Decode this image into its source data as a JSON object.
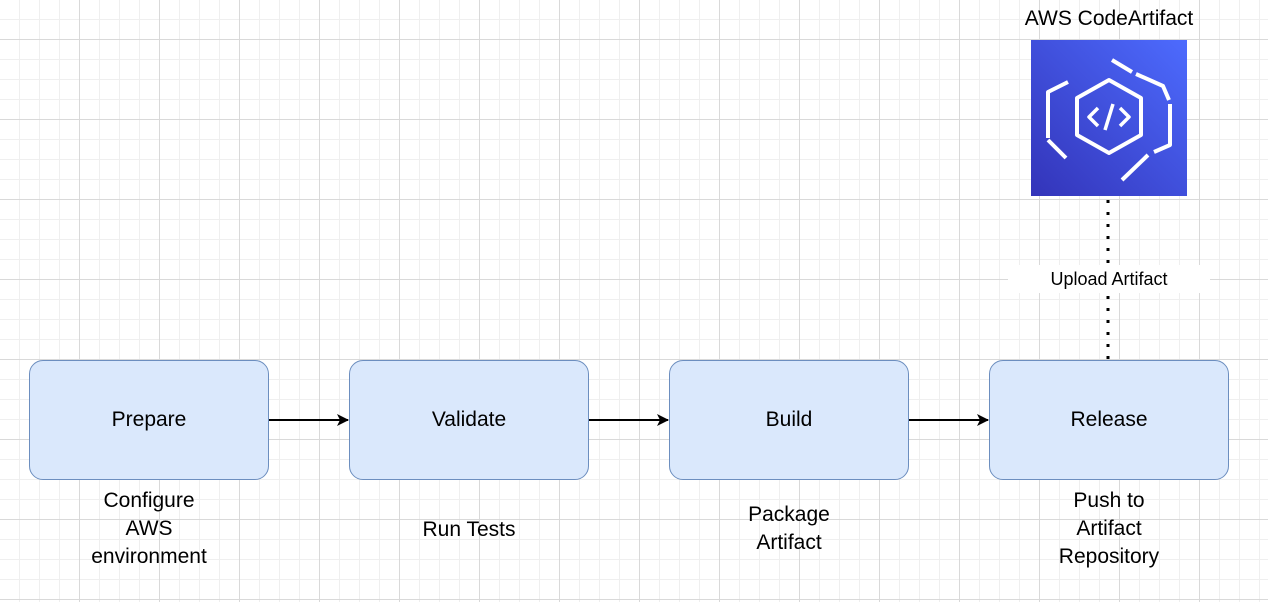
{
  "stages": [
    {
      "label": "Prepare",
      "caption": "Configure\nAWS\nenvironment"
    },
    {
      "label": "Validate",
      "caption": "Run Tests"
    },
    {
      "label": "Build",
      "caption": "Package\nArtifact"
    },
    {
      "label": "Release",
      "caption": "Push to\nArtifact\nRepository"
    }
  ],
  "service": {
    "name": "AWS CodeArtifact",
    "icon": "codeartifact-icon"
  },
  "upload_edge": {
    "label": "Upload Artifact"
  },
  "colors": {
    "stage_fill": "#dae8fc",
    "stage_border": "#6c8ebf",
    "service_tile_top": "#4d6bfe",
    "service_tile_bottom": "#3334b9",
    "connector": "#000000"
  }
}
